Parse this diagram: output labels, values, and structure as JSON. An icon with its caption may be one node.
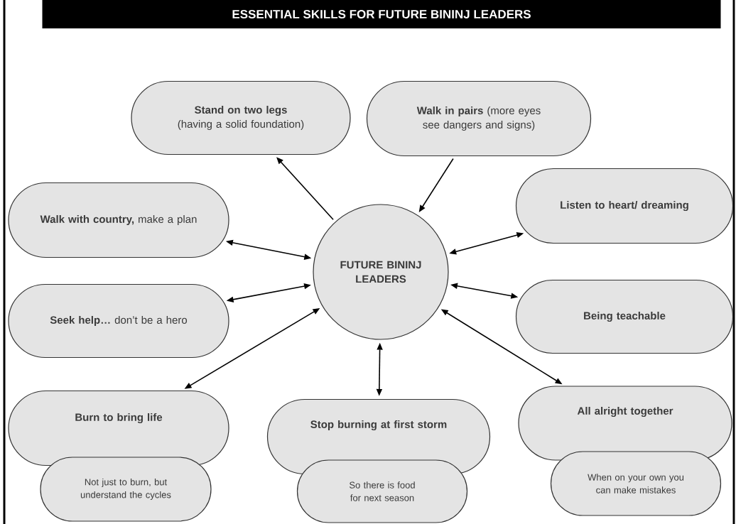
{
  "diagram": {
    "title": "ESSENTIAL SKILLS FOR FUTURE BININJ LEADERS",
    "nodes": [
      {
        "text": [
          "**Stand on two legs** (having a solid foundation)"
        ]
      },
      {
        "text": [
          "**Walk in pairs** (more eyes see dangers and signs)"
        ]
      },
      {
        "text": [
          "**Walk with country,** make a plan"
        ]
      },
      {
        "text": [
          "Listen to heart/ dreaming"
        ]
      },
      {
        "text": [
          "FUTURE BININJ LEADERS"
        ]
      },
      {
        "text": [
          "**Seek help…** don’t be a hero"
        ]
      },
      {
        "text": [
          "Being teachable"
        ]
      },
      {
        "text": [
          "Burn to bring life"
        ]
      },
      {
        "text": [
          "Not just to burn, but understand the cycles"
        ]
      },
      {
        "text": [
          "Stop burning at first storm"
        ]
      },
      {
        "text": [
          "So there is food for next season"
        ]
      },
      {
        "text": [
          "All alright together"
        ]
      },
      {
        "text": [
          "When on your own you can make mistakes"
        ]
      }
    ],
    "edges": [
      {
        "from": 4,
        "to": 0,
        "arrow": "to"
      },
      {
        "from": 1,
        "to": 4,
        "arrow": "to"
      },
      {
        "from": 4,
        "to": 2,
        "arrow": "both"
      },
      {
        "from": 4,
        "to": 3,
        "arrow": "both"
      },
      {
        "from": 4,
        "to": 5,
        "arrow": "both"
      },
      {
        "from": 4,
        "to": 6,
        "arrow": "both"
      },
      {
        "from": 4,
        "to": 7,
        "arrow": "both"
      },
      {
        "from": 4,
        "to": 9,
        "arrow": "both"
      },
      {
        "from": 4,
        "to": 11,
        "arrow": "both"
      }
    ]
  }
}
